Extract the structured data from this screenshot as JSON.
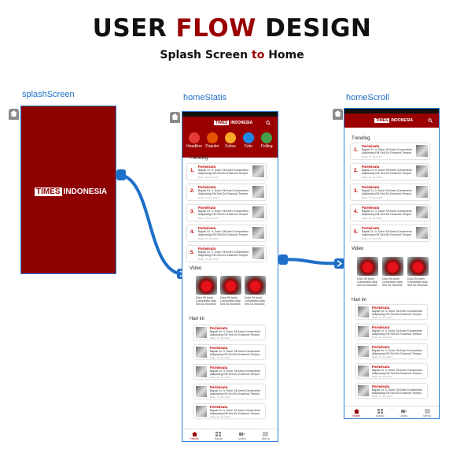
{
  "header": {
    "title_part1": "USER",
    "title_part2": "FLOW",
    "title_part3": "DESIGN",
    "subtitle_part1": "Splash Screen",
    "subtitle_part2": "to",
    "subtitle_part3": "Home"
  },
  "screens": {
    "splash": {
      "label": "splashScreen"
    },
    "home_static": {
      "label": "homeStatis"
    },
    "home_scroll": {
      "label": "homeScroll"
    }
  },
  "logo": {
    "times": "TIMES",
    "indonesia": "INDONESIA"
  },
  "categories": [
    {
      "label": "Headline",
      "color": "#e53935"
    },
    {
      "label": "Populer",
      "color": "#e65100"
    },
    {
      "label": "Fokus",
      "color": "#f9a825"
    },
    {
      "label": "Foto",
      "color": "#1e88e5"
    },
    {
      "label": "Polling",
      "color": "#43a047"
    }
  ],
  "sections": {
    "trending": "Trending",
    "video": "Video",
    "hari_ini": "Hari ini"
  },
  "trending_numbers": [
    "1.",
    "2.",
    "3.",
    "4.",
    "5."
  ],
  "news_item": {
    "category": "Pariwisata",
    "headline1": "Bapak Dr. Ir. Dolor Sit Amet Consectetur",
    "headline2": "Adipiscing Elit Sed Do Eiusmod Tempor",
    "date": "Rabu, 07 Juni 2017"
  },
  "video_caption": {
    "line1": "Dolor Sit Amet",
    "line2": "Consectetur Adip",
    "line3": "Sed Do Eiusmod"
  },
  "nav": [
    {
      "label": "Home",
      "icon": "home-icon"
    },
    {
      "label": "Kanal",
      "icon": "grid-icon"
    },
    {
      "label": "Video",
      "icon": "video-icon"
    },
    {
      "label": "Menu",
      "icon": "menu-icon"
    }
  ],
  "colors": {
    "brand_red": "#9a0000",
    "connector_blue": "#1e6fc8"
  }
}
